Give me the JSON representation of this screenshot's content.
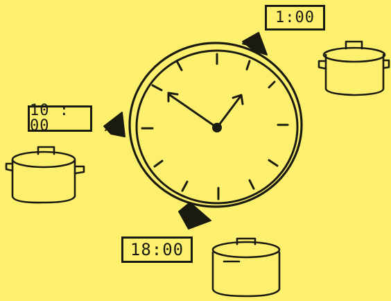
{
  "labels": {
    "one": "1:00",
    "ten": "10 : 00",
    "eighteen": "18:00"
  },
  "colors": {
    "background": "#fcf06e",
    "ink": "#1b1a10"
  },
  "icons": [
    "wall-clock-icon",
    "cooking-pot-icon",
    "rotation-arrow-icon"
  ]
}
